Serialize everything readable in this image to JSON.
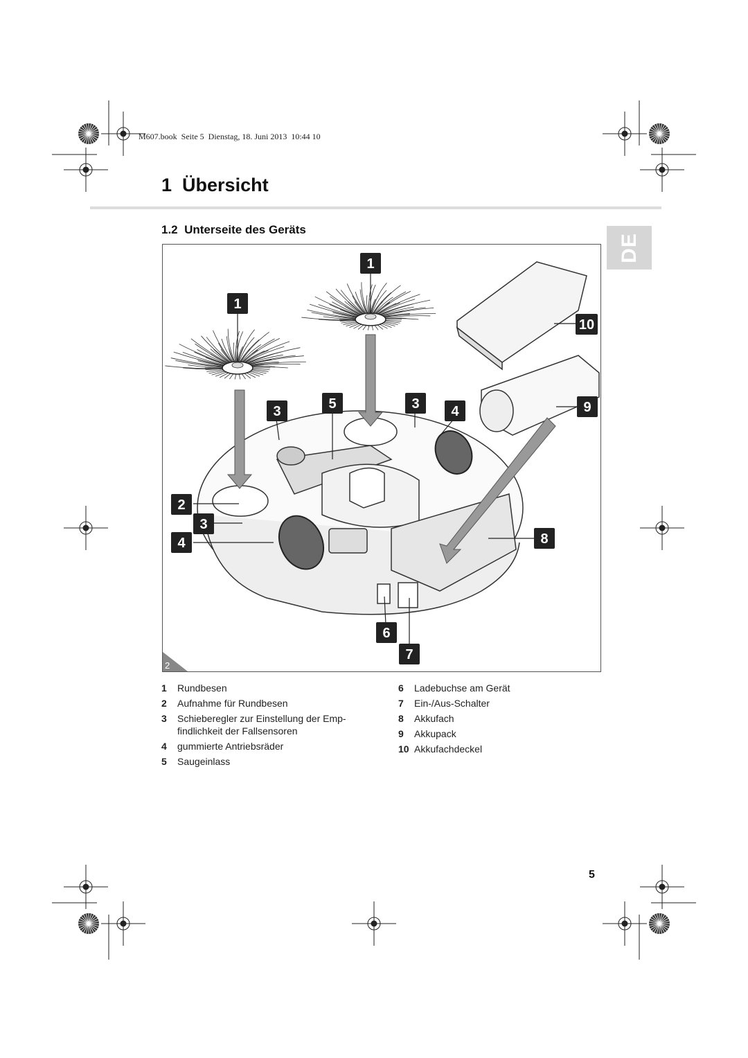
{
  "print_header": "M607.book  Seite 5  Dienstag, 18. Juni 2013  10:44 10",
  "chapter": {
    "number": "1",
    "title": "Übersicht"
  },
  "section": {
    "number": "1.2",
    "title": "Unterseite des Geräts"
  },
  "language_tab": "DE",
  "figure": {
    "number": "2",
    "callouts": [
      "1",
      "1",
      "2",
      "3",
      "3",
      "3",
      "4",
      "4",
      "5",
      "6",
      "7",
      "8",
      "9",
      "10"
    ]
  },
  "legend": {
    "left": [
      {
        "num": "1",
        "text": "Rundbesen"
      },
      {
        "num": "2",
        "text": "Aufnahme für Rundbesen"
      },
      {
        "num": "3",
        "text": "Schieberegler zur Einstellung der Emp-",
        "text2": "findlichkeit der Fallsensoren"
      },
      {
        "num": "4",
        "text": "gummierte Antriebsräder"
      },
      {
        "num": "5",
        "text": "Saugeinlass"
      }
    ],
    "right": [
      {
        "num": "6",
        "text": "Ladebuchse am Gerät"
      },
      {
        "num": "7",
        "text": "Ein-/Aus-Schalter"
      },
      {
        "num": "8",
        "text": "Akkufach"
      },
      {
        "num": "9",
        "text": "Akkupack"
      },
      {
        "num": "10",
        "text": "Akkufachdeckel"
      }
    ]
  },
  "page_number": "5"
}
